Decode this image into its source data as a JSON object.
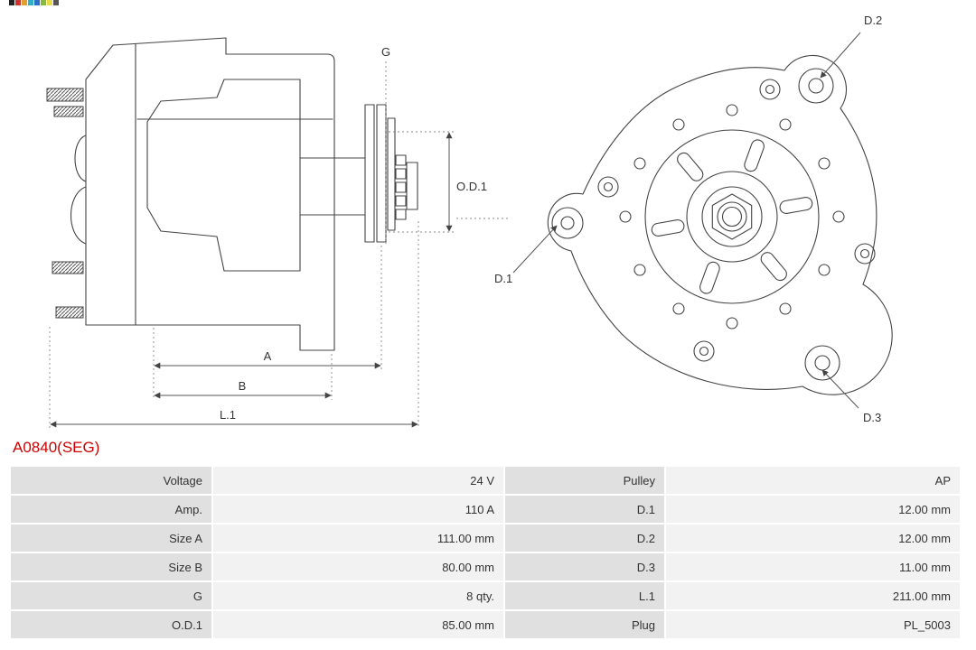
{
  "brand": {
    "logo_colors": [
      "#222222",
      "#cc3333",
      "#e0a030",
      "#30b0c0",
      "#2a70c8",
      "#88b840",
      "#e8d84a",
      "#555555"
    ]
  },
  "part_number": "A0840(SEG)",
  "colors": {
    "part_number": "#cc0000",
    "table_label_bg": "#e0e0e0",
    "table_value_bg": "#f2f2f2",
    "line": "#444444"
  },
  "drawing": {
    "left_labels": {
      "g": "G",
      "od1": "O.D.1",
      "a": "A",
      "b": "B",
      "l1": "L.1"
    },
    "right_labels": {
      "d1": "D.1",
      "d2": "D.2",
      "d3": "D.3"
    }
  },
  "specs": {
    "rows": [
      {
        "l_label": "Voltage",
        "l_value": "24 V",
        "r_label": "Pulley",
        "r_value": "AP"
      },
      {
        "l_label": "Amp.",
        "l_value": "110 A",
        "r_label": "D.1",
        "r_value": "12.00 mm"
      },
      {
        "l_label": "Size A",
        "l_value": "111.00 mm",
        "r_label": "D.2",
        "r_value": "12.00 mm"
      },
      {
        "l_label": "Size B",
        "l_value": "80.00 mm",
        "r_label": "D.3",
        "r_value": "11.00 mm"
      },
      {
        "l_label": "G",
        "l_value": "8 qty.",
        "r_label": "L.1",
        "r_value": "211.00 mm"
      },
      {
        "l_label": "O.D.1",
        "l_value": "85.00 mm",
        "r_label": "Plug",
        "r_value": "PL_5003"
      }
    ]
  }
}
